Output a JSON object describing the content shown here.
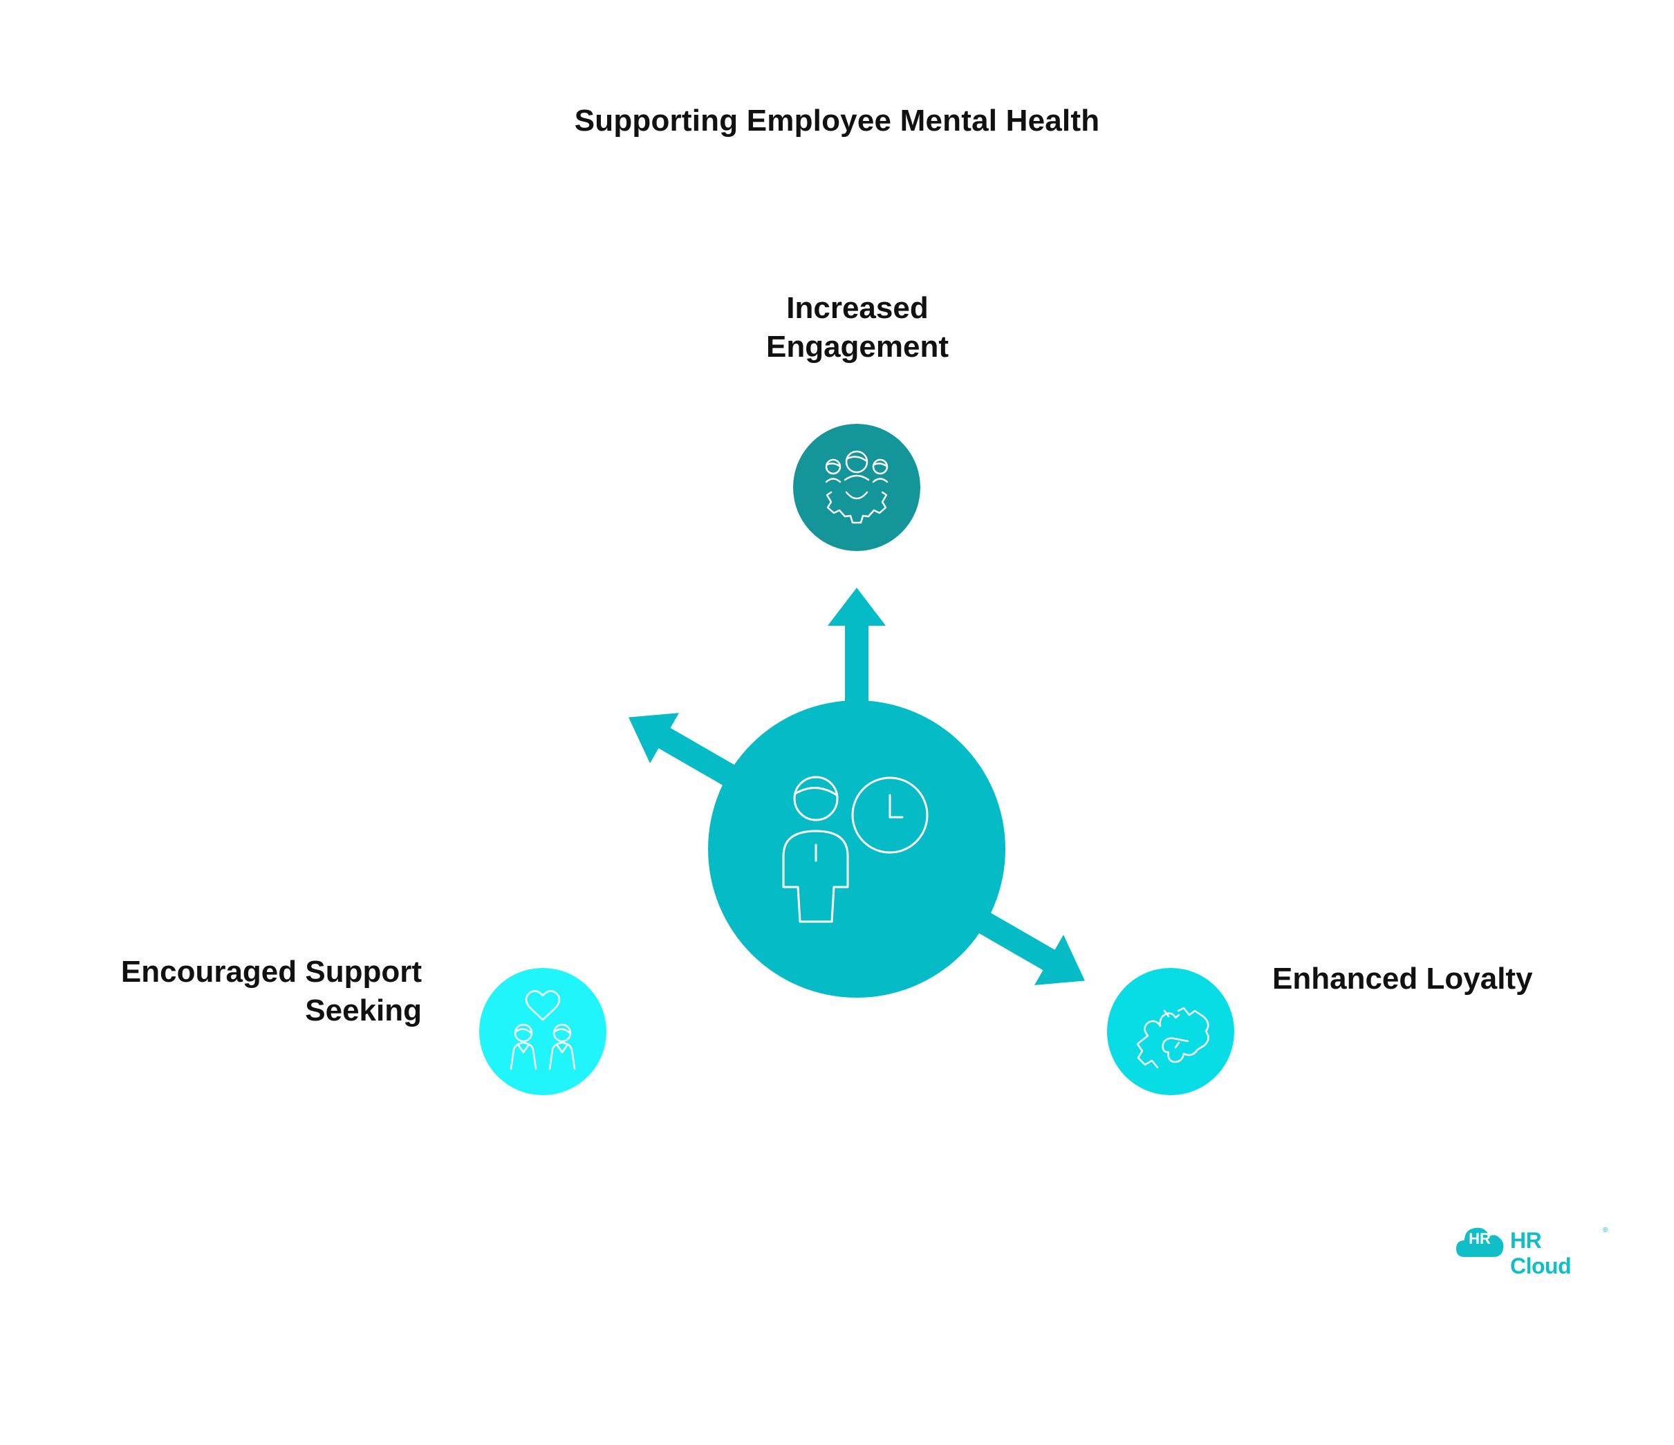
{
  "title": "Supporting Employee Mental Health",
  "center": {
    "icon": "employee-clock-icon",
    "color": "#05bcc6"
  },
  "nodes": [
    {
      "id": "top",
      "label": "Increased\nEngagement",
      "icon": "team-gear-icon",
      "color": "#13959a"
    },
    {
      "id": "left",
      "label": "Encouraged Support\nSeeking",
      "icon": "people-heart-icon",
      "color": "#1ff5fb"
    },
    {
      "id": "right",
      "label": "Enhanced Loyalty",
      "icon": "fist-bump-icon",
      "color": "#08dde6"
    }
  ],
  "arrow_color": "#05bcc6",
  "logo": {
    "badge": "HR",
    "name": "HR Cloud",
    "mark": "®",
    "color": "#10bec8"
  }
}
